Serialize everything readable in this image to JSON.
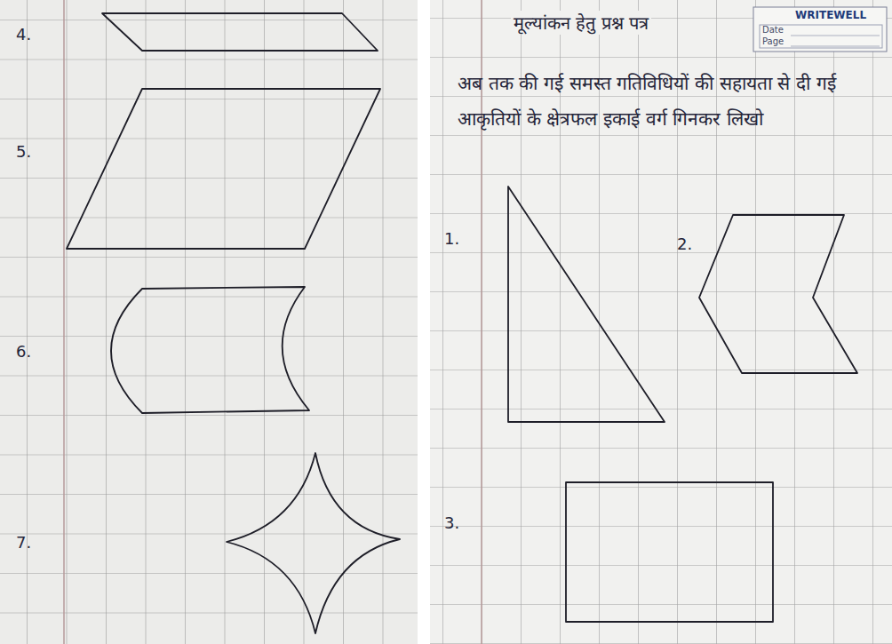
{
  "diagram": {
    "title": "मूल्यांकन हेतु प्रश्न पत्र",
    "labels": [
      "4.",
      "5.",
      "6.",
      "7.",
      "WRITEWELL",
      "Date",
      "Page",
      "अब तक की गई समस्त गतिविधियों की सहायता से दी गई आकृतियों के क्षेत्रफल इकाई वर्ग गिनकर लिखो",
      "1.",
      "2.",
      "3."
    ]
  }
}
